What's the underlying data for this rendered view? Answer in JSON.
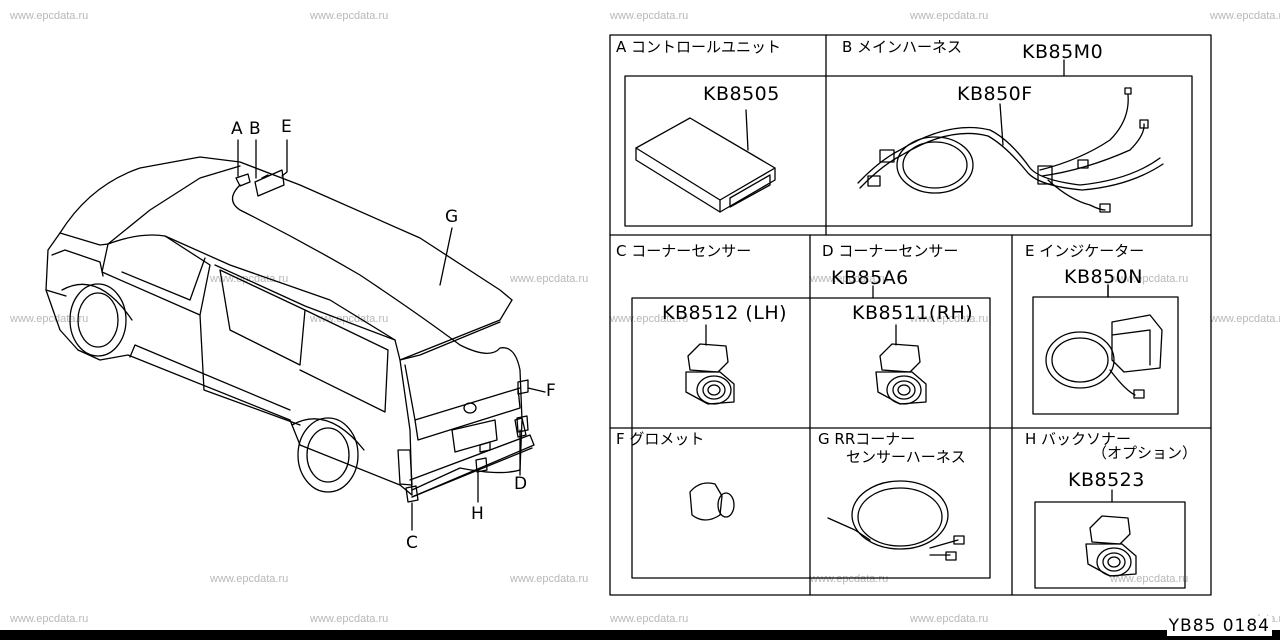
{
  "watermark": "www.epcdata.ru",
  "page_code": "YB85 0184",
  "vehicle_callouts": {
    "a": "A",
    "b": "B",
    "c": "C",
    "d": "D",
    "e": "E",
    "f": "F",
    "g": "G",
    "h": "H"
  },
  "parts": {
    "a": {
      "label": "A コントロールユニット",
      "part_no": "KB8505"
    },
    "b": {
      "label": "B メインハーネス",
      "assy_no": "KB85M0",
      "part_no": "KB850F"
    },
    "c": {
      "label": "C コーナーセンサー",
      "part_no": "KB8512 (LH)"
    },
    "d": {
      "label": "D コーナーセンサー",
      "assy_no": "KB85A6",
      "part_no": "KB8511(RH)"
    },
    "e": {
      "label": "E インジケーター",
      "part_no": "KB850N"
    },
    "f": {
      "label": "F グロメット"
    },
    "g": {
      "label_line1": "G RRコーナー",
      "label_line2": "センサーハーネス"
    },
    "h": {
      "label_line1": "H バックソナー",
      "label_line2": "（オプション）",
      "part_no": "KB8523"
    }
  }
}
